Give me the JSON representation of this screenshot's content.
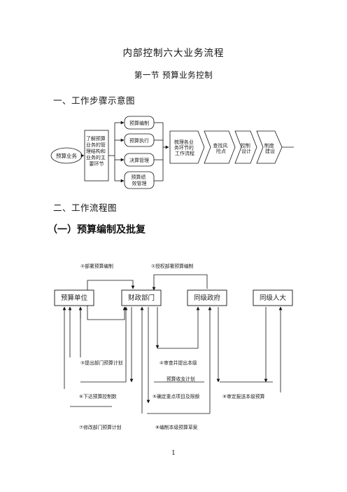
{
  "doc": {
    "title": "内部控制六大业务流程",
    "section": "第一节  预算业务控制",
    "heading1": "一、工作步骤示意图",
    "heading2": "二、工作流程图",
    "heading3": "（一）预算编制及批复",
    "page_number": "1"
  },
  "diagram1": {
    "start": "预算业务",
    "understand": [
      "了解预算",
      "业务的管",
      "理结构和",
      "业务的主",
      "要环节"
    ],
    "steps": [
      {
        "lines": [
          "预算编制"
        ]
      },
      {
        "lines": [
          "预算执行"
        ]
      },
      {
        "lines": [
          "决算管理"
        ]
      },
      {
        "lines": [
          "预算绩",
          "效管理"
        ]
      }
    ],
    "arrows": [
      {
        "lines": [
          "梳理各业",
          "务环节的",
          "工作流程"
        ]
      },
      {
        "lines": [
          "查找风",
          "险点"
        ]
      },
      {
        "lines": [
          "控制",
          "设计"
        ]
      },
      {
        "lines": [
          "制度",
          "建设"
        ]
      }
    ]
  },
  "diagram2": {
    "top_labels": {
      "deploy": "②部署预算编制",
      "authorize": "①授权部署预算编制"
    },
    "entities": {
      "budget_unit": "预算单位",
      "finance": "财政部门",
      "gov": "同级政府",
      "npc": "同级人大"
    },
    "steps": {
      "s3": "③提出部门预算计划",
      "s4": "④审查并提出本级",
      "s4b": "预算收支计划",
      "s5": "⑤确定重点项目及限额",
      "s6": "⑥下达预算控制数",
      "s7": "⑦修改部门预算计划",
      "s8": "⑧编制本级预算草案",
      "s9": "⑨审定报送本级预算"
    }
  }
}
